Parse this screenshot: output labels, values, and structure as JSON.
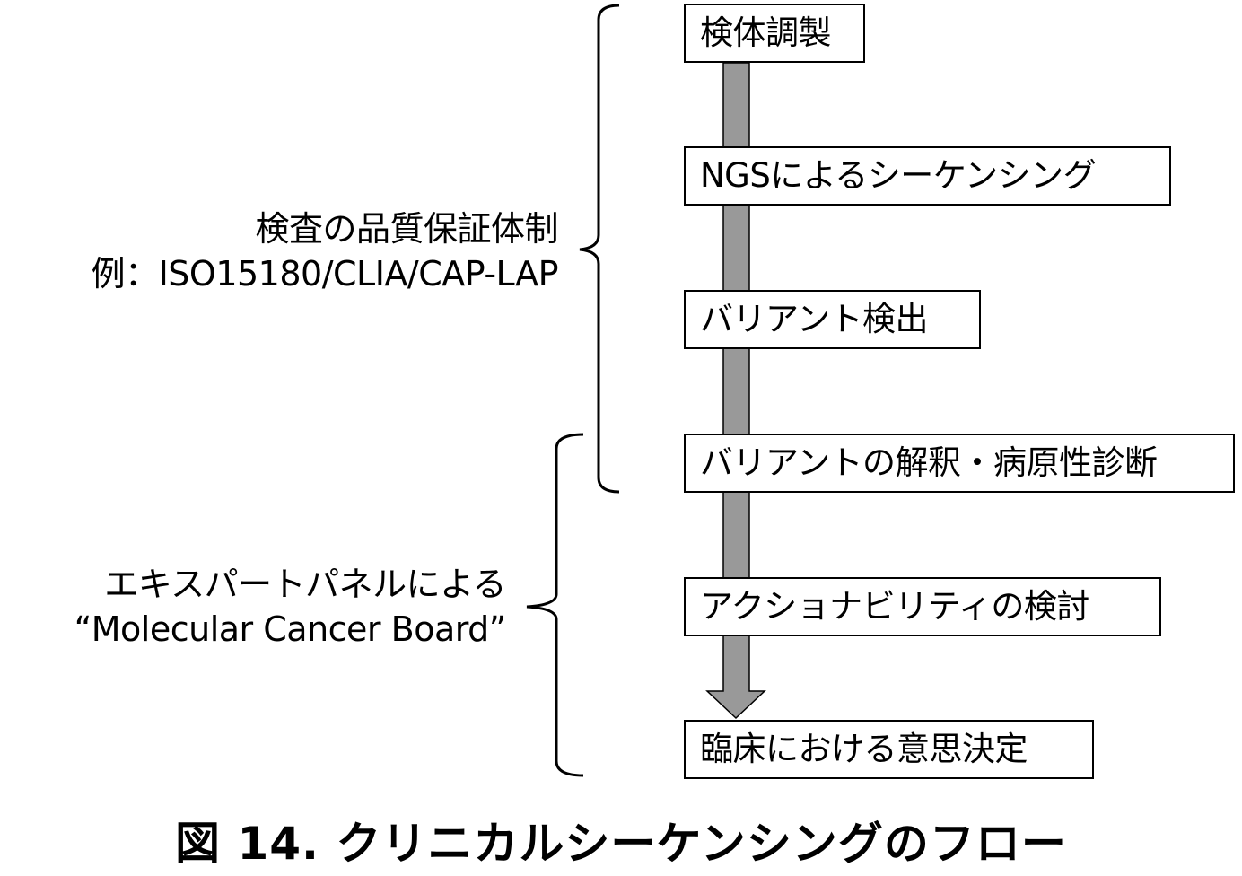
{
  "diagram": {
    "type": "vertical-flowchart",
    "colors": {
      "arrow_fill": "#999999",
      "stroke": "#000000",
      "box_fill": "#ffffff"
    },
    "steps": [
      {
        "label": "検体調製"
      },
      {
        "label": "NGSによるシーケンシング"
      },
      {
        "label": "バリアント検出"
      },
      {
        "label": "バリアントの解釈・病原性診断"
      },
      {
        "label": "アクショナビリティの検討"
      },
      {
        "label": "臨床における意思決定"
      }
    ],
    "groups": [
      {
        "line1": "検査の品質保証体制",
        "line2": "例：ISO15180/CLIA/CAP-LAP",
        "spans_steps": "1-4"
      },
      {
        "line1": "エキスパートパネルによる",
        "line2": "“Molecular Cancer Board”",
        "spans_steps": "4-6"
      }
    ]
  },
  "caption": "図 14.  クリニカルシーケンシングのフロー"
}
